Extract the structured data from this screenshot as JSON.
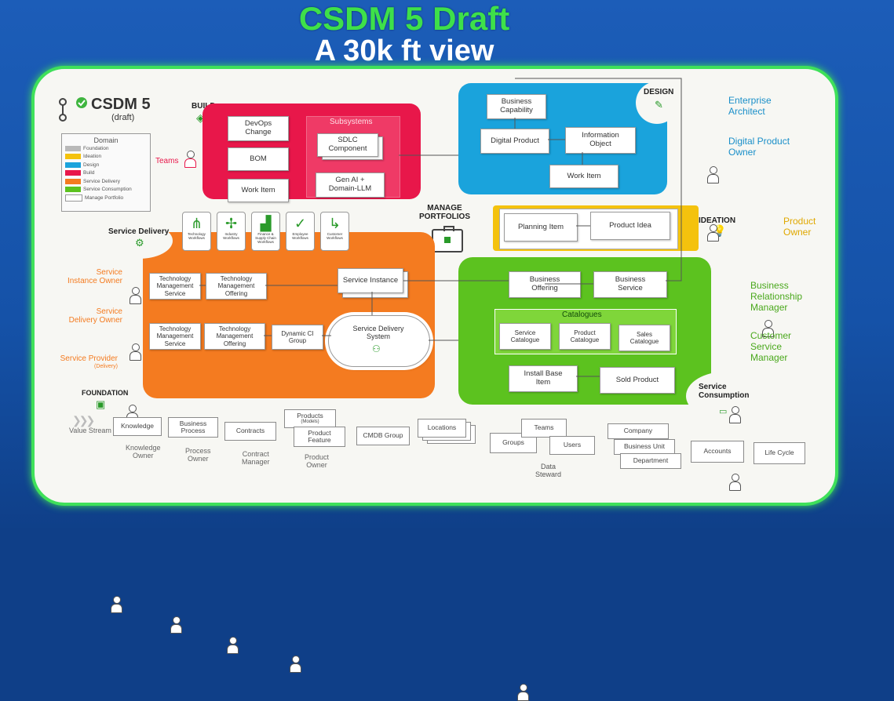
{
  "title": {
    "line1": "CSDM 5 Draft",
    "line2": "A 30k ft view"
  },
  "logo": {
    "name": "CSDM 5",
    "sub": "(draft)"
  },
  "legend": {
    "title": "Domain",
    "items": [
      {
        "label": "Foundation",
        "color": "#b9b9b9"
      },
      {
        "label": "Ideation",
        "color": "#f4c20d"
      },
      {
        "label": "Design",
        "color": "#1aa3dc"
      },
      {
        "label": "Build",
        "color": "#e8174a"
      },
      {
        "label": "Service Delivery",
        "color": "#f47b20"
      },
      {
        "label": "Service Consumption",
        "color": "#5cc21f"
      },
      {
        "label": "Manage Portfolio",
        "color": "#ffffff"
      }
    ]
  },
  "colors": {
    "build": "#e8174a",
    "design": "#1aa3dc",
    "ideation": "#f4c20d",
    "delivery": "#f47b20",
    "consumption": "#5cc21f"
  },
  "labels": {
    "build": "BUILD",
    "design": "DESIGN",
    "ideation": "IDEATION",
    "service_delivery": "Service Delivery",
    "service_consumption": "Service\nConsumption",
    "foundation": "FOUNDATION",
    "manage_portfolios": "MANAGE\nPORTFOLIOS",
    "teams": "Teams",
    "subsystems": "Subsystems",
    "catalogues": "Catalogues",
    "value_stream": "Value Stream"
  },
  "build_boxes": {
    "devops": "DevOps\nChange",
    "bom": "BOM",
    "work_item": "Work Item",
    "sdlc": "SDLC\nComponent",
    "genai": "Gen AI +\nDomain-LLM"
  },
  "design_boxes": {
    "capability": "Business\nCapability",
    "digital_product": "Digital Product",
    "info_object": "Information\nObject",
    "work_item": "Work Item"
  },
  "ideation_boxes": {
    "planning": "Planning Item",
    "idea": "Product Idea"
  },
  "workflow_tiles": [
    {
      "label": "Technology\nWorkflows",
      "icon": "org-chart-icon"
    },
    {
      "label": "Industry\nWorkflows",
      "icon": "network-icon"
    },
    {
      "label": "Finance &\nSupply Chain\nWorkflows",
      "icon": "bar-chart-icon"
    },
    {
      "label": "Employee\nWorkflows",
      "icon": "check-person-icon"
    },
    {
      "label": "Customer\nWorkflows",
      "icon": "curve-icon"
    }
  ],
  "delivery_boxes": {
    "tms1": "Technology\nManagement\nService",
    "tmo1": "Technology\nManagement\nOffering",
    "service_instance": "Service Instance",
    "tms2": "Technology\nManagement\nService",
    "tmo2": "Technology\nManagement\nOffering",
    "dynamic_ci": "Dynamic CI\nGroup",
    "sds": "Service Delivery\nSystem"
  },
  "consumption_boxes": {
    "business_offering": "Business\nOffering",
    "business_service": "Business\nService",
    "service_catalogue": "Service\nCatalogue",
    "product_catalogue": "Product\nCatalogue",
    "sales_catalogue": "Sales\nCatalogue",
    "install_base": "Install Base\nItem",
    "sold_product": "Sold Product"
  },
  "personas_left": [
    {
      "label": "Service\nInstance Owner"
    },
    {
      "label": "Service\nDelivery Owner"
    },
    {
      "label": "Service Provider",
      "sub": "(Delivery)"
    }
  ],
  "personas_right": [
    {
      "label": "Enterprise\nArchitect",
      "color": "#1a8fc9"
    },
    {
      "label": "Digital Product\nOwner",
      "color": "#1a8fc9"
    },
    {
      "label": "Product\nOwner",
      "color": "#e0a800"
    },
    {
      "label": "Business\nRelationship\nManager",
      "color": "#4aa81c"
    },
    {
      "label": "Customer\nService\nManager",
      "color": "#4aa81c"
    }
  ],
  "foundation": {
    "knowledge": "Knowledge",
    "business_process": "Business\nProcess",
    "contracts": "Contracts",
    "products": "Products",
    "products_sub": "(Models)",
    "product_feature": "Product\nFeature",
    "cmdb_group": "CMDB Group",
    "locations": "Locations",
    "groups": "Groups",
    "teams": "Teams",
    "users": "Users",
    "company": "Company",
    "business_unit": "Business Unit",
    "department": "Department",
    "accounts": "Accounts",
    "life_cycle": "Life Cycle",
    "knowledge_owner": "Knowledge\nOwner",
    "process_owner": "Process\nOwner",
    "contract_manager": "Contract\nManager",
    "product_owner": "Product\nOwner",
    "data_steward": "Data\nSteward"
  }
}
